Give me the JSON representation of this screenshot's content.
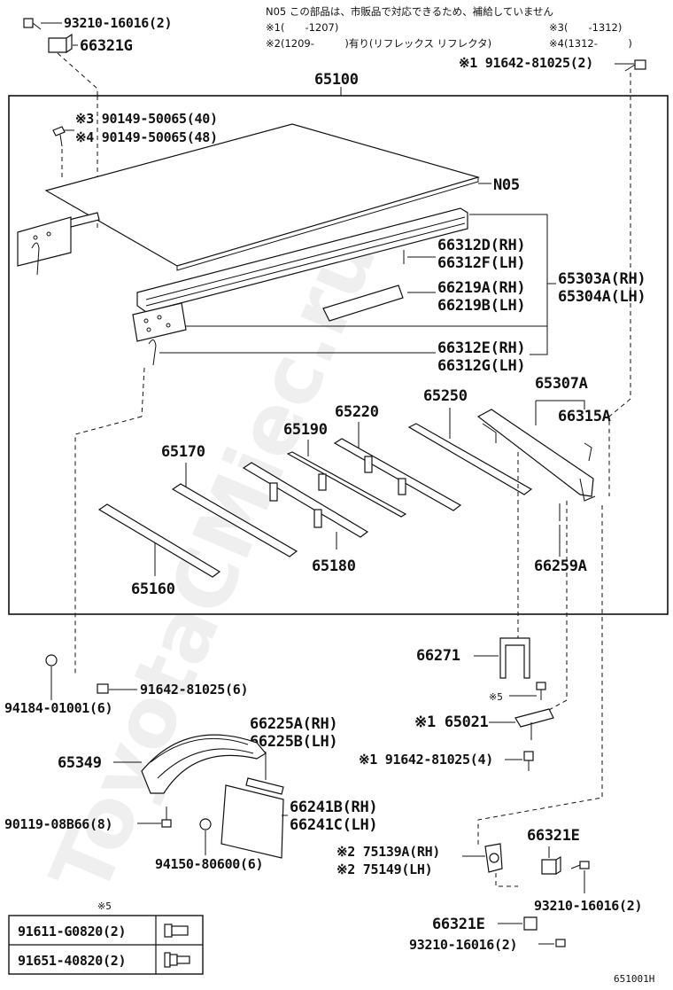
{
  "notes": {
    "n05": "N05 この部品は、市販品で対応できるため、補給していません",
    "m1": "※1(　　-1207)",
    "m2": "※2(1209-　　　)有り(リフレックス リフレクタ)",
    "m3": "※3(　　-1312)",
    "m4": "※4(1312-　　　)"
  },
  "parts": {
    "p93210_top": "93210-16016(2)",
    "p66321G": "66321G",
    "p91642_top": "※1 91642-81025(2)",
    "p65100": "65100",
    "p90149_a": "※3 90149-50065(40)",
    "p90149_b": "※4 90149-50065(48)",
    "pN05": "N05",
    "p66312D": "66312D(RH)",
    "p66312F": "66312F(LH)",
    "p65303A": "65303A(RH)",
    "p65304A": "65304A(LH)",
    "p66219A": "66219A(RH)",
    "p66219B": "66219B(LH)",
    "p66312E": "66312E(RH)",
    "p66312G": "66312G(LH)",
    "p65307A": "65307A",
    "p66315A": "66315A",
    "p65250": "65250",
    "p65220": "65220",
    "p65190": "65190",
    "p65170": "65170",
    "p65180": "65180",
    "p65160": "65160",
    "p66259A": "66259A",
    "p66271": "66271",
    "p_m5": "※5",
    "p94184": "94184-01001(6)",
    "p91642_mid": "91642-81025(6)",
    "p65021": "※1 65021",
    "p91642_low": "※1 91642-81025(4)",
    "p66225A": "66225A(RH)",
    "p66225B": "66225B(LH)",
    "p65349": "65349",
    "p66241B": "66241B(RH)",
    "p66241C": "66241C(LH)",
    "p90119": "90119-08B66(8)",
    "p94150": "94150-80600(6)",
    "p75139A": "※2 75139A(RH)",
    "p75149": "※2 75149(LH)",
    "p66321E_a": "66321E",
    "p93210_a": "93210-16016(2)",
    "p66321E_b": "66321E",
    "p93210_b": "93210-16016(2)"
  },
  "legend": {
    "title": "※5",
    "rows": [
      {
        "part": "91611-G0820(2)",
        "icon": "bolt-icon"
      },
      {
        "part": "91651-40820(2)",
        "icon": "flange-bolt-icon"
      }
    ]
  },
  "figure_id": "651001H",
  "watermark": "ToyotaCMiec.ru"
}
